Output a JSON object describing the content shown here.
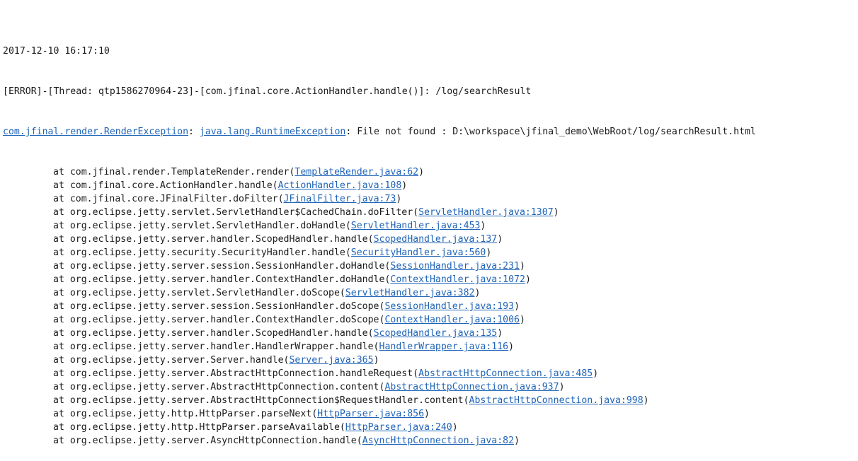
{
  "timestamp": "2017-12-10 16:17:10",
  "error_line": "[ERROR]-[Thread: qtp1586270964-23]-[com.jfinal.core.ActionHandler.handle()]: /log/searchResult",
  "exception": {
    "class_link": "com.jfinal.render.RenderException",
    "separator": ": ",
    "cause_link": "java.lang.RuntimeException",
    "message": ": File not found : D:\\workspace\\jfinal_demo\\WebRoot/log/searchResult.html"
  },
  "stack": [
    {
      "prefix": "at com.jfinal.render.TemplateRender.render(",
      "link": "TemplateRender.java:62",
      "suffix": ")"
    },
    {
      "prefix": "at com.jfinal.core.ActionHandler.handle(",
      "link": "ActionHandler.java:108",
      "suffix": ")"
    },
    {
      "prefix": "at com.jfinal.core.JFinalFilter.doFilter(",
      "link": "JFinalFilter.java:73",
      "suffix": ")"
    },
    {
      "prefix": "at org.eclipse.jetty.servlet.ServletHandler$CachedChain.doFilter(",
      "link": "ServletHandler.java:1307",
      "suffix": ")"
    },
    {
      "prefix": "at org.eclipse.jetty.servlet.ServletHandler.doHandle(",
      "link": "ServletHandler.java:453",
      "suffix": ")"
    },
    {
      "prefix": "at org.eclipse.jetty.server.handler.ScopedHandler.handle(",
      "link": "ScopedHandler.java:137",
      "suffix": ")"
    },
    {
      "prefix": "at org.eclipse.jetty.security.SecurityHandler.handle(",
      "link": "SecurityHandler.java:560",
      "suffix": ")"
    },
    {
      "prefix": "at org.eclipse.jetty.server.session.SessionHandler.doHandle(",
      "link": "SessionHandler.java:231",
      "suffix": ")"
    },
    {
      "prefix": "at org.eclipse.jetty.server.handler.ContextHandler.doHandle(",
      "link": "ContextHandler.java:1072",
      "suffix": ")"
    },
    {
      "prefix": "at org.eclipse.jetty.servlet.ServletHandler.doScope(",
      "link": "ServletHandler.java:382",
      "suffix": ")"
    },
    {
      "prefix": "at org.eclipse.jetty.server.session.SessionHandler.doScope(",
      "link": "SessionHandler.java:193",
      "suffix": ")"
    },
    {
      "prefix": "at org.eclipse.jetty.server.handler.ContextHandler.doScope(",
      "link": "ContextHandler.java:1006",
      "suffix": ")"
    },
    {
      "prefix": "at org.eclipse.jetty.server.handler.ScopedHandler.handle(",
      "link": "ScopedHandler.java:135",
      "suffix": ")"
    },
    {
      "prefix": "at org.eclipse.jetty.server.handler.HandlerWrapper.handle(",
      "link": "HandlerWrapper.java:116",
      "suffix": ")"
    },
    {
      "prefix": "at org.eclipse.jetty.server.Server.handle(",
      "link": "Server.java:365",
      "suffix": ")"
    },
    {
      "prefix": "at org.eclipse.jetty.server.AbstractHttpConnection.handleRequest(",
      "link": "AbstractHttpConnection.java:485",
      "suffix": ")"
    },
    {
      "prefix": "at org.eclipse.jetty.server.AbstractHttpConnection.content(",
      "link": "AbstractHttpConnection.java:937",
      "suffix": ")"
    },
    {
      "prefix": "at org.eclipse.jetty.server.AbstractHttpConnection$RequestHandler.content(",
      "link": "AbstractHttpConnection.java:998",
      "suffix": ")"
    },
    {
      "prefix": "at org.eclipse.jetty.http.HttpParser.parseNext(",
      "link": "HttpParser.java:856",
      "suffix": ")"
    },
    {
      "prefix": "at org.eclipse.jetty.http.HttpParser.parseAvailable(",
      "link": "HttpParser.java:240",
      "suffix": ")"
    },
    {
      "prefix": "at org.eclipse.jetty.server.AsyncHttpConnection.handle(",
      "link": "AsyncHttpConnection.java:82",
      "suffix": ")"
    }
  ],
  "colors": {
    "link": "#1f64b8",
    "text": "#1a1a1a",
    "background": "#ffffff"
  }
}
